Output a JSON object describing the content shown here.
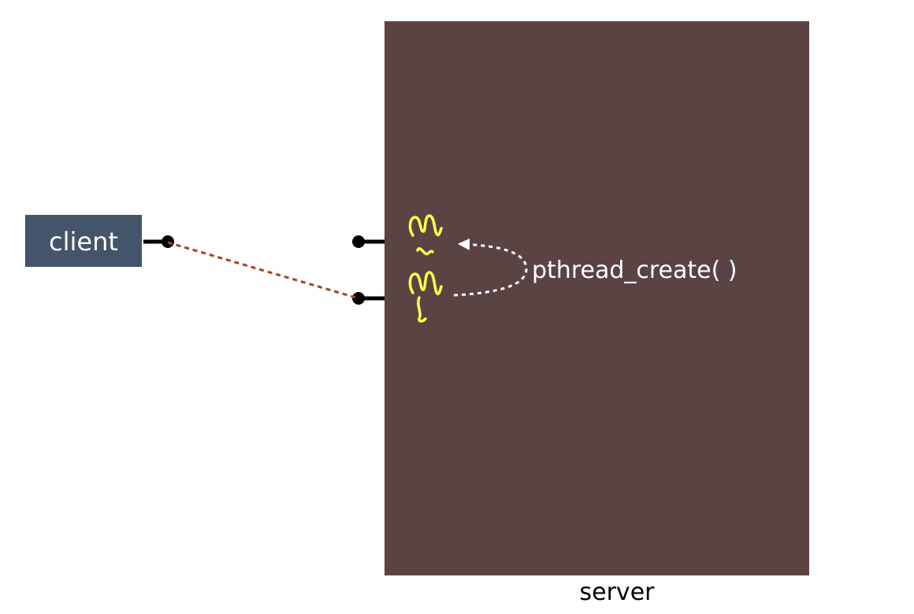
{
  "client": {
    "label": "client",
    "fill_color": "#44546a",
    "text_color": "#ffffff"
  },
  "server": {
    "label": "server",
    "fill_color": "#5b4343",
    "label_color": "#000000"
  },
  "annotation": {
    "label": "pthread_create( )",
    "text_color": "#ffffff",
    "arrow_color": "#ffffff"
  },
  "connection": {
    "line_color": "#a0461e",
    "socket_color": "#000000"
  },
  "threads": {
    "icon": "squiggle-thread-icon",
    "color": "#ffff4d",
    "count": 2
  }
}
